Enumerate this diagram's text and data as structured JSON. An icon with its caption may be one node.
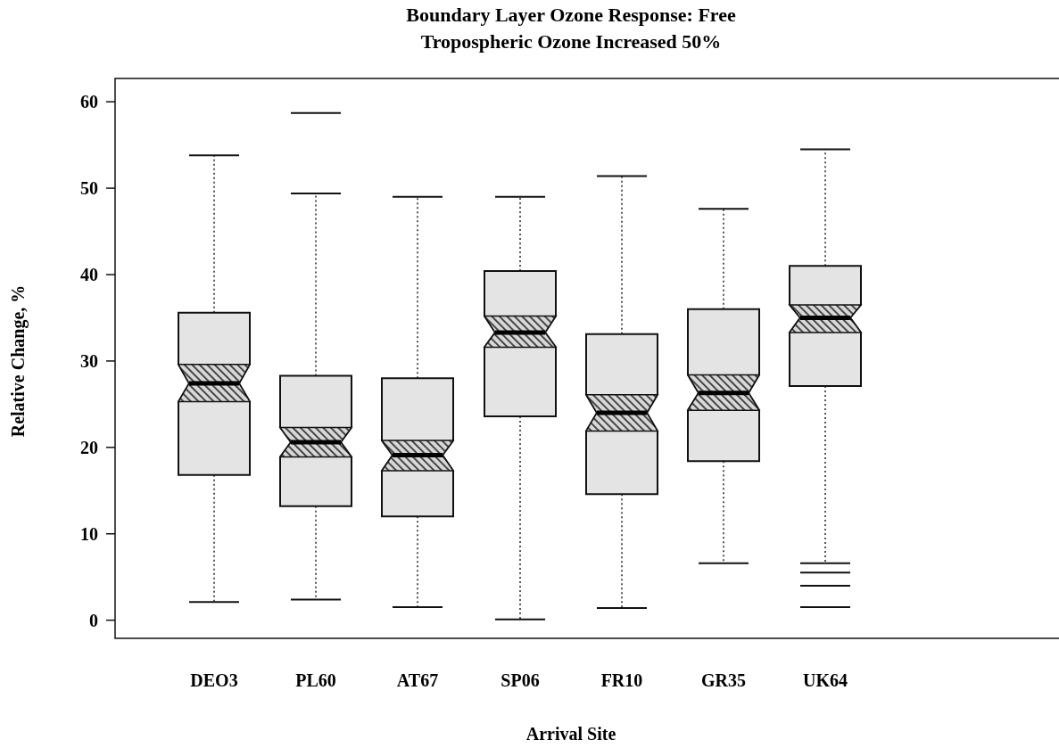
{
  "diagram": {
    "title": "Boundary Layer Ozone Response: Free Tropospheric Ozone Increased 50%",
    "labels": [
      "60",
      "50",
      "40",
      "30",
      "20",
      "10",
      "0",
      "Relative Change, %",
      "DEO3",
      "PL60",
      "AT67",
      "SP06",
      "FR10",
      "GR35",
      "UK64",
      "Arrival Site"
    ]
  }
}
